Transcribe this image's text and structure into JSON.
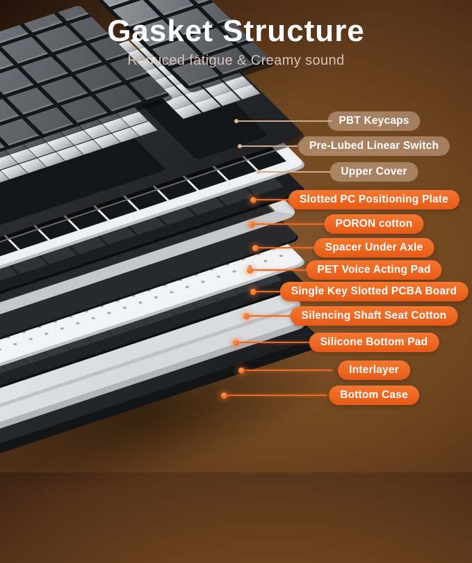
{
  "header": {
    "title": "Gasket Structure",
    "subtitle": "Reduced fatigue & Creamy sound"
  },
  "theme": {
    "accent_orange": "#EA6125",
    "tan_pill": "rgba(225,193,168,0.48)",
    "background_brown": "#6F461F",
    "title_color": "#FFFFFF",
    "subtitle_color": "#D8C2B8"
  },
  "labels": [
    {
      "text": "PBT Keycaps",
      "style": "tan"
    },
    {
      "text": "Pre-Lubed Linear Switch",
      "style": "tan"
    },
    {
      "text": "Upper Cover",
      "style": "tan"
    },
    {
      "text": "Slotted PC Positioning Plate",
      "style": "orange"
    },
    {
      "text": "PORON cotton",
      "style": "orange"
    },
    {
      "text": "Spacer Under Axle",
      "style": "orange"
    },
    {
      "text": "PET Voice Acting Pad",
      "style": "orange"
    },
    {
      "text": "Single Key Slotted PCBA Board",
      "style": "orange"
    },
    {
      "text": "Silencing Shaft Seat Cotton",
      "style": "orange"
    },
    {
      "text": "Silicone Bottom Pad",
      "style": "orange"
    },
    {
      "text": "Interlayer",
      "style": "orange"
    },
    {
      "text": "Bottom Case",
      "style": "orange"
    }
  ]
}
